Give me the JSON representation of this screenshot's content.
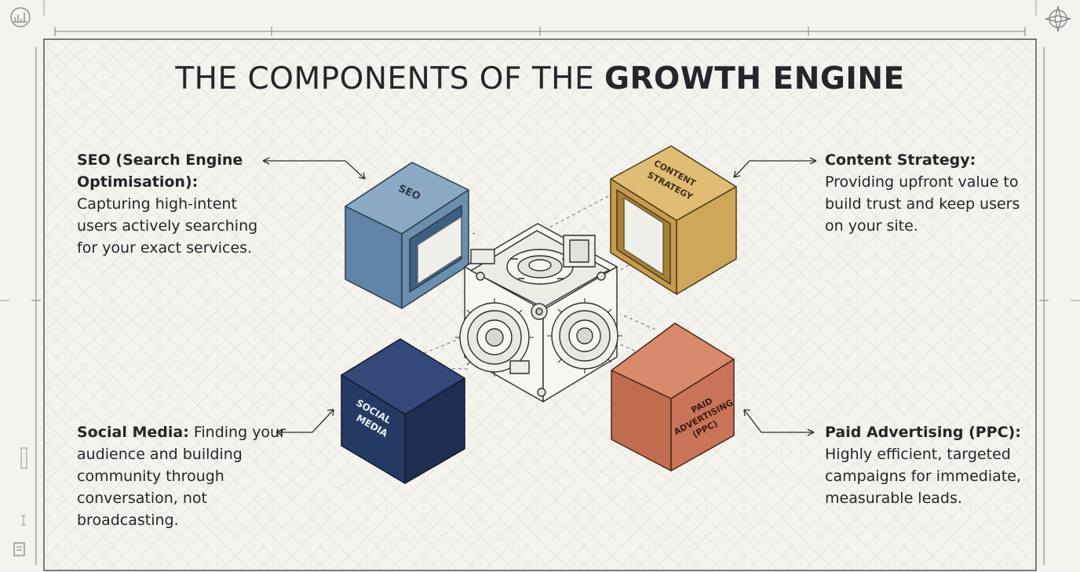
{
  "title": {
    "plain": "THE COMPONENTS OF THE",
    "bold": "GROWTH ENGINE"
  },
  "cubes": {
    "seo": {
      "label": "SEO",
      "color": "#6b8fae"
    },
    "content": {
      "label_line1": "CONTENT",
      "label_line2": "STRATEGY",
      "color": "#cfa75a"
    },
    "social": {
      "label_line1": "SOCIAL",
      "label_line2": "MEDIA",
      "color": "#253a62"
    },
    "paid": {
      "label_line1": "PAID",
      "label_line2": "ADVERTISING",
      "label_line3": "(PPC)",
      "color": "#c97458"
    }
  },
  "callouts": {
    "seo": {
      "head": "SEO (Search Engine Optimisation):",
      "body": "Capturing high-intent users actively searching for your exact services."
    },
    "content": {
      "head": "Content Strategy:",
      "body": "Providing upfront value to build trust and keep users on your site."
    },
    "social": {
      "head": "Social Media:",
      "body": "Finding your audience and building community through conversation, not broadcasting."
    },
    "paid": {
      "head": "Paid Advertising (PPC):",
      "body": "Highly efficient, targeted campaigns for immediate, measurable leads."
    }
  },
  "icons": {
    "top_left": "chart-icon",
    "top_right": "compass-icon",
    "bottom_left": "document-icon"
  }
}
